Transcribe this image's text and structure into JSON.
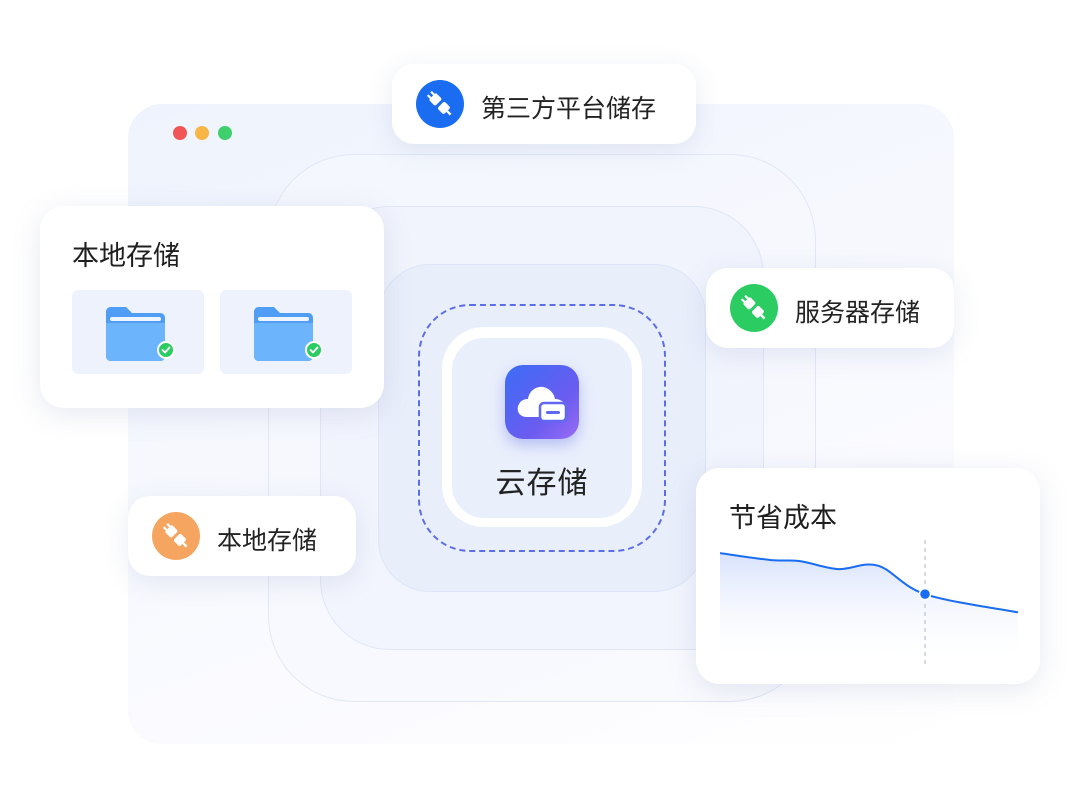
{
  "colors": {
    "accent": "#1a6cf0",
    "dashed_border": "#5b6ee8",
    "third_party_icon": "#1a6cf0",
    "server_icon": "#2bcc62",
    "local_icon": "#f6a560",
    "window_dot_red": "#f25555",
    "window_dot_yellow": "#f7b646",
    "window_dot_green": "#3ed06c",
    "folder": "#5aa8f8",
    "check_badge": "#2bcc62"
  },
  "window": {
    "dots": [
      "red",
      "yellow",
      "green"
    ]
  },
  "center": {
    "label": "云存储",
    "icon": "cloud-drive-icon"
  },
  "third_party": {
    "label": "第三方平台储存",
    "icon": "plug-icon"
  },
  "server": {
    "label": "服务器存储",
    "icon": "plug-icon"
  },
  "local_pill": {
    "label": "本地存储",
    "icon": "plug-icon"
  },
  "local_card": {
    "title": "本地存储",
    "tiles": [
      {
        "icon": "folder-icon",
        "status": "check-badge-icon"
      },
      {
        "icon": "folder-icon",
        "status": "check-badge-icon"
      }
    ]
  },
  "cost_card": {
    "title": "节省成本",
    "chart_data": {
      "type": "area",
      "values": [
        0.92,
        0.86,
        0.85,
        0.78,
        0.81,
        0.56,
        0.4
      ],
      "highlight_index": 5,
      "marker": "dot-with-vertical-dashed-line",
      "grid": false,
      "ylim": [
        0,
        1
      ]
    }
  }
}
